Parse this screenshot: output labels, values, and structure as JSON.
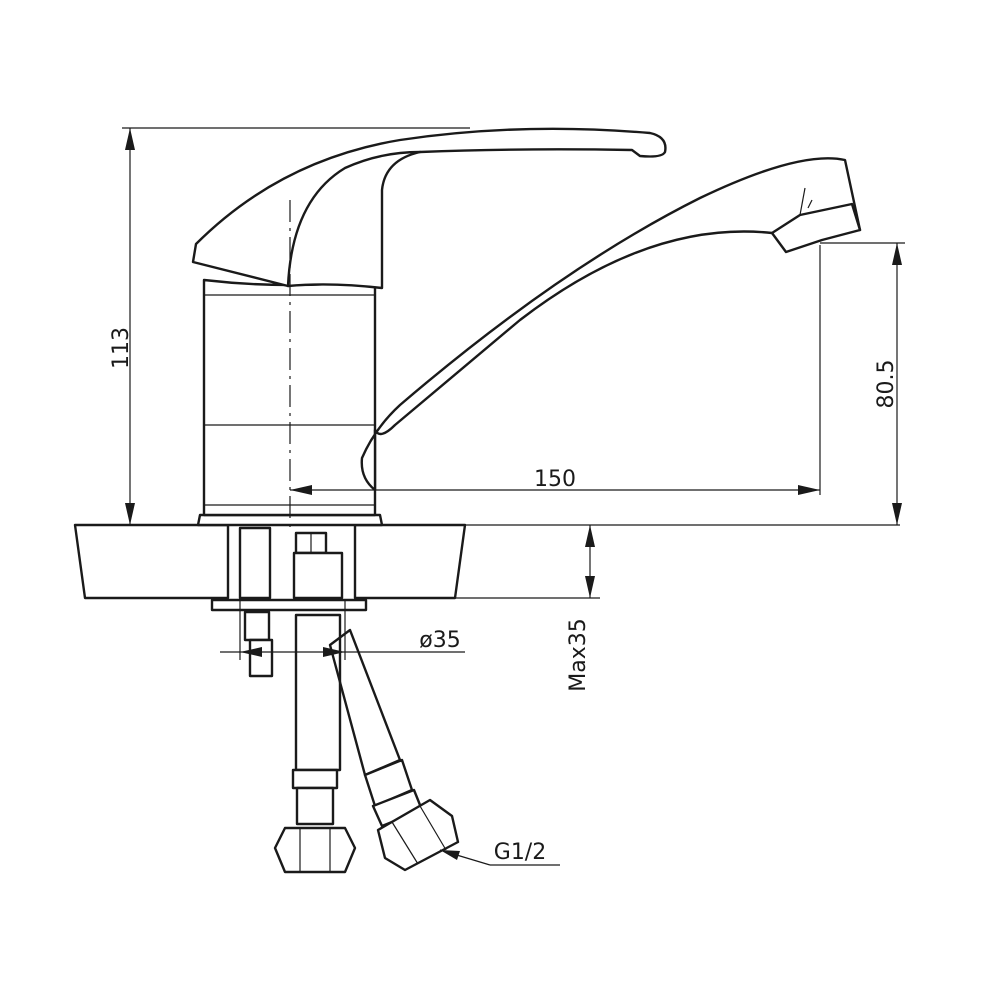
{
  "dimensions": {
    "height_total": "113",
    "spout_height": "80.5",
    "spout_reach": "150",
    "base_diameter": "ø35",
    "max_thickness": "Max35",
    "thread": "G1/2"
  },
  "colors": {
    "line": "#1a1a1a",
    "background": "#ffffff"
  }
}
